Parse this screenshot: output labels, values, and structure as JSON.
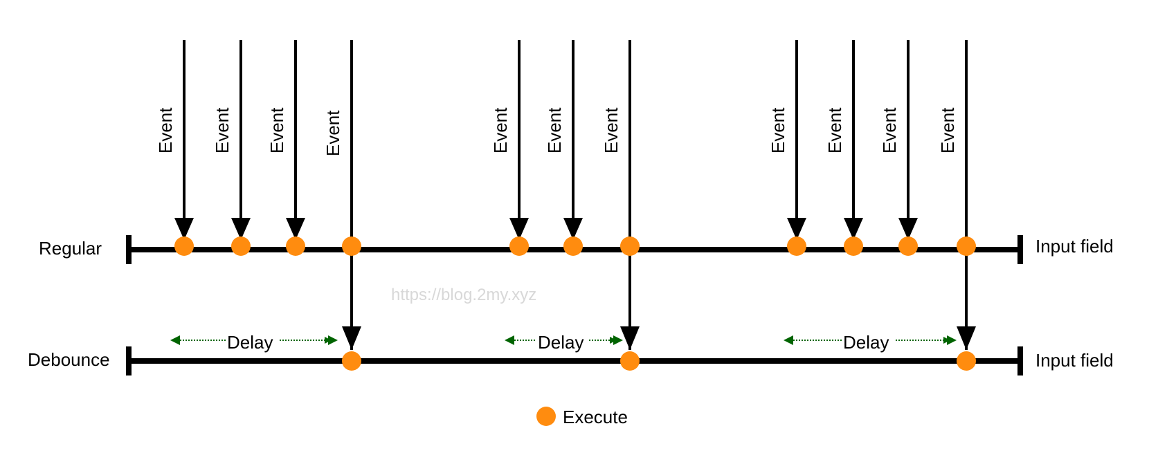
{
  "rows": {
    "regular": {
      "label": "Regular",
      "end_label": "Input field"
    },
    "debounce": {
      "label": "Debounce",
      "end_label": "Input field"
    }
  },
  "event_label": "Event",
  "groups": [
    {
      "event_count": 4,
      "delay_label": "Delay"
    },
    {
      "event_count": 3,
      "delay_label": "Delay"
    },
    {
      "event_count": 4,
      "delay_label": "Delay"
    }
  ],
  "legend": {
    "label": "Execute"
  },
  "watermark": "https://blog.2my.xyz",
  "colors": {
    "line": "#000000",
    "execute_dot": "#ff8c0f",
    "delay_arrow": "#006400",
    "watermark": "#d8d8d8"
  }
}
